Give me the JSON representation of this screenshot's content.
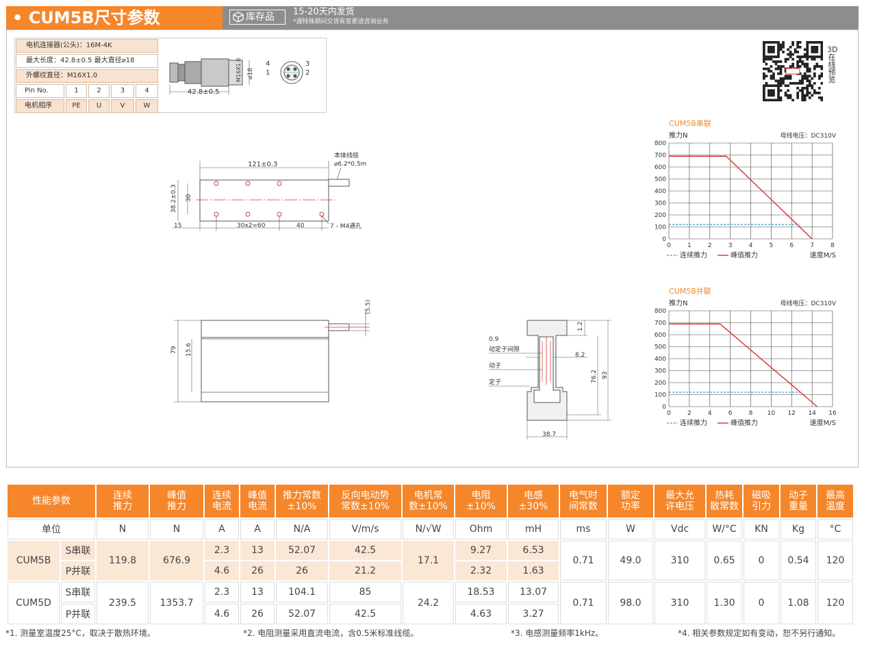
{
  "header": {
    "title": "• CUM5B尺寸参数",
    "stock_label": "库存品",
    "delivery": "15-20天内发货",
    "delivery_note": "*遇特殊期间交货有变更请咨询业务"
  },
  "connector": {
    "row1": "电机连接器(公头)：16M-4K",
    "row2": "最大长度：42.8±0.5    最大直径⌀18",
    "row3": "外螺纹直径：M16X1.0",
    "pin_label": "Pin No.",
    "pins": [
      "1",
      "2",
      "3",
      "4"
    ],
    "phase_label": "电机相序",
    "phases": [
      "PE",
      "U",
      "V",
      "W"
    ],
    "dim_length": "42.8±0.5",
    "dim_thread": "M16X1.0",
    "dim_dia": "⌀18",
    "pin_n1": "1",
    "pin_n2": "2",
    "pin_n3": "3",
    "pin_n4": "4"
  },
  "qr": {
    "text": "3D在线预览"
  },
  "drawing": {
    "top_len": "121±0.3",
    "cable": "本体线缆",
    "cable_spec": "⌀6.2*0.5m",
    "height": "38.2±0.3",
    "h30": "30",
    "d15": "15",
    "d60": "30x2=60",
    "d40": "40",
    "holes": "7 - M4通孔",
    "side_h": "79",
    "side_h2": "15.6",
    "side_55": "(5.5)",
    "gap": "0.9",
    "gap_label": "动定子间隙",
    "mover": "动子",
    "stator": "定子",
    "d82": "8.2",
    "d12": "1.2",
    "d762": "76.2",
    "d93": "93",
    "d387": "38.7"
  },
  "charts": [
    {
      "title": "CUM5B串联",
      "ylabel": "推力N",
      "voltage": "母线电压：DC310V",
      "xlabel": "速度M/S",
      "legend_cont": "连续推力",
      "legend_peak": "峰值推力",
      "y_ticks": [
        "800",
        "700",
        "600",
        "500",
        "400",
        "300",
        "200",
        "100",
        "0"
      ],
      "x_ticks": [
        "0",
        "1",
        "2",
        "3",
        "4",
        "5",
        "6",
        "7",
        "8"
      ],
      "xlim": [
        0,
        8
      ],
      "ylim": [
        0,
        800
      ],
      "peak": [
        [
          0,
          690
        ],
        [
          2.8,
          690
        ],
        [
          7,
          0
        ]
      ],
      "cont": [
        [
          0,
          120
        ],
        [
          6.4,
          120
        ]
      ]
    },
    {
      "title": "CUM5B并联",
      "ylabel": "推力N",
      "voltage": "母线电压：DC310V",
      "xlabel": "速度M/S",
      "legend_cont": "连续推力",
      "legend_peak": "峰值推力",
      "y_ticks": [
        "800",
        "700",
        "600",
        "500",
        "400",
        "300",
        "200",
        "100",
        "0"
      ],
      "x_ticks": [
        "0",
        "2",
        "4",
        "6",
        "8",
        "10",
        "12",
        "14",
        "16"
      ],
      "xlim": [
        0,
        16
      ],
      "ylim": [
        0,
        800
      ],
      "peak": [
        [
          0,
          690
        ],
        [
          5,
          690
        ],
        [
          14.5,
          0
        ]
      ],
      "cont": [
        [
          0,
          120
        ],
        [
          12.8,
          120
        ]
      ]
    }
  ],
  "table": {
    "headers": [
      "性能参数",
      "连续\n推力",
      "峰值\n推力",
      "连续\n电流",
      "峰值\n电流",
      "推力常数\n±10%",
      "反向电动势\n常数±10%",
      "电机常\n数±10%",
      "电阻\n±10%",
      "电感\n±30%",
      "电气时\n间常数",
      "额定\n功率",
      "最大允\n许电压",
      "热耗\n散常数",
      "磁吸\n引力",
      "动子\n重量",
      "最高\n温度"
    ],
    "units_label": "单位",
    "units": [
      "N",
      "N",
      "A",
      "A",
      "N/A",
      "V/m/s",
      "N/√W",
      "Ohm",
      "mH",
      "ms",
      "W",
      "Vdc",
      "W/°C",
      "KN",
      "Kg",
      "°C"
    ],
    "models": [
      {
        "name": "CUM5B",
        "cont_force": "119.8",
        "peak_force": "676.9",
        "motor_const": "17.1",
        "time_const": "0.71",
        "power": "49.0",
        "voltage": "310",
        "thermal": "0.65",
        "attraction": "0",
        "weight": "0.54",
        "temp": "120",
        "rows": [
          {
            "mode": "S串联",
            "cont_cur": "2.3",
            "peak_cur": "13",
            "force_const": "52.07",
            "bemf": "42.5",
            "res": "9.27",
            "ind": "6.53"
          },
          {
            "mode": "P并联",
            "cont_cur": "4.6",
            "peak_cur": "26",
            "force_const": "26",
            "bemf": "21.2",
            "res": "2.32",
            "ind": "1.63"
          }
        ]
      },
      {
        "name": "CUM5D",
        "cont_force": "239.5",
        "peak_force": "1353.7",
        "motor_const": "24.2",
        "time_const": "0.71",
        "power": "98.0",
        "voltage": "310",
        "thermal": "1.30",
        "attraction": "0",
        "weight": "1.08",
        "temp": "120",
        "rows": [
          {
            "mode": "S串联",
            "cont_cur": "2.3",
            "peak_cur": "13",
            "force_const": "104.1",
            "bemf": "85",
            "res": "18.53",
            "ind": "13.07"
          },
          {
            "mode": "P并联",
            "cont_cur": "4.6",
            "peak_cur": "26",
            "force_const": "52.07",
            "bemf": "42.5",
            "res": "4.63",
            "ind": "3.27"
          }
        ]
      }
    ]
  },
  "footnotes": [
    "*1. 测量室温度25°C，取决于散热环境。",
    "*2. 电阻测量采用直流电流，含0.5米标准线缆。",
    "*3. 电感测量频率1kHz。",
    "*4. 相关参数规定如有变动，恕不另行通知。"
  ],
  "colors": {
    "orange": "#f5862a",
    "gray": "#8d8d8d",
    "peak_line": "#d9302a",
    "cont_line": "#2aa3c9",
    "tint": "#fbe7d6"
  }
}
